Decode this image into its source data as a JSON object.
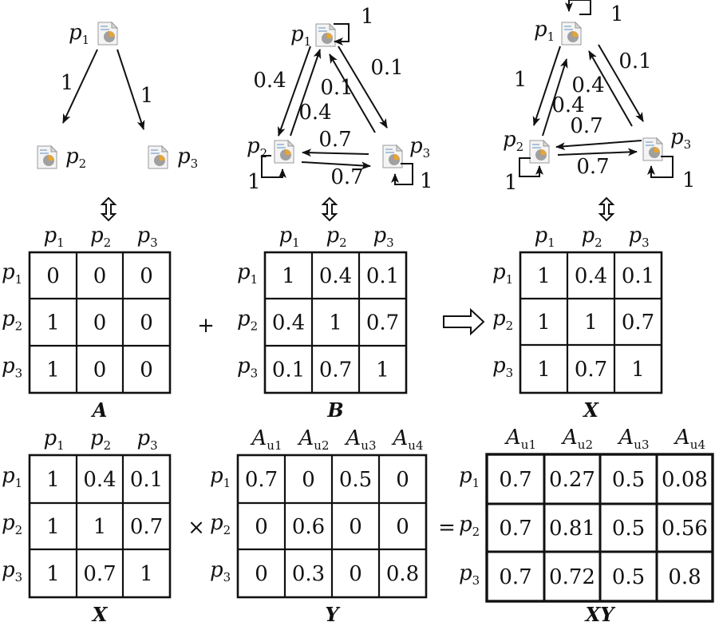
{
  "colors": {
    "line": "#111111",
    "doc_fill": "#f4f4f4",
    "doc_fold": "#d8d8d8",
    "pie_main": "#a0a0a0",
    "pie_slice": "#e8a530",
    "doc_lines": "#7aa0c8"
  },
  "icons": {
    "doc": "document-pie-icon",
    "equiv": "double-vertical-arrow-icon",
    "implies": "hollow-right-arrow-icon"
  },
  "graphs": [
    {
      "id": "graph-a",
      "nodes": [
        {
          "id": "p1",
          "var": "p",
          "sub": "1"
        },
        {
          "id": "p2",
          "var": "p",
          "sub": "2"
        },
        {
          "id": "p3",
          "var": "p",
          "sub": "3"
        }
      ],
      "edges": [
        {
          "from": "p1",
          "to": "p2",
          "weight": "1"
        },
        {
          "from": "p1",
          "to": "p3",
          "weight": "1"
        }
      ]
    },
    {
      "id": "graph-b",
      "nodes": [
        {
          "id": "p1",
          "var": "p",
          "sub": "1"
        },
        {
          "id": "p2",
          "var": "p",
          "sub": "2"
        },
        {
          "id": "p3",
          "var": "p",
          "sub": "3"
        }
      ],
      "edges": [
        {
          "from": "p1",
          "to": "p2",
          "weight": "0.4"
        },
        {
          "from": "p2",
          "to": "p1",
          "weight": "0.4"
        },
        {
          "from": "p1",
          "to": "p3",
          "weight": "0.1"
        },
        {
          "from": "p3",
          "to": "p1",
          "weight": "0.1"
        },
        {
          "from": "p3",
          "to": "p2",
          "weight": "0.7"
        },
        {
          "from": "p2",
          "to": "p3",
          "weight": "0.7"
        }
      ],
      "loops": [
        {
          "node": "p1",
          "weight": "1"
        },
        {
          "node": "p2",
          "weight": "1"
        },
        {
          "node": "p3",
          "weight": "1"
        }
      ]
    },
    {
      "id": "graph-x",
      "nodes": [
        {
          "id": "p1",
          "var": "p",
          "sub": "1"
        },
        {
          "id": "p2",
          "var": "p",
          "sub": "2"
        },
        {
          "id": "p3",
          "var": "p",
          "sub": "3"
        }
      ],
      "edges": [
        {
          "from": "p1",
          "to": "p2",
          "weight": "1"
        },
        {
          "from": "p2",
          "to": "p1",
          "weight": "0.4"
        },
        {
          "from": "p1",
          "to": "p3",
          "weight": "0.1"
        },
        {
          "from": "p3",
          "to": "p1",
          "weight": "0.4"
        },
        {
          "from": "p3",
          "to": "p2",
          "weight": "0.7"
        },
        {
          "from": "p2",
          "to": "p3",
          "weight": "0.7"
        }
      ],
      "loops": [
        {
          "node": "p1",
          "weight": "1"
        },
        {
          "node": "p2",
          "weight": "1"
        },
        {
          "node": "p3",
          "weight": "1"
        }
      ]
    }
  ],
  "matrices": [
    {
      "id": "A",
      "label": "A",
      "cols": [
        {
          "var": "p",
          "sub": "1"
        },
        {
          "var": "p",
          "sub": "2"
        },
        {
          "var": "p",
          "sub": "3"
        }
      ],
      "rows": [
        {
          "var": "p",
          "sub": "1"
        },
        {
          "var": "p",
          "sub": "2"
        },
        {
          "var": "p",
          "sub": "3"
        }
      ],
      "cells": [
        [
          "0",
          "0",
          "0"
        ],
        [
          "1",
          "0",
          "0"
        ],
        [
          "1",
          "0",
          "0"
        ]
      ]
    },
    {
      "id": "B",
      "label": "B",
      "cols": [
        {
          "var": "p",
          "sub": "1"
        },
        {
          "var": "p",
          "sub": "2"
        },
        {
          "var": "p",
          "sub": "3"
        }
      ],
      "rows": [
        {
          "var": "p",
          "sub": "1"
        },
        {
          "var": "p",
          "sub": "2"
        },
        {
          "var": "p",
          "sub": "3"
        }
      ],
      "cells": [
        [
          "1",
          "0.4",
          "0.1"
        ],
        [
          "0.4",
          "1",
          "0.7"
        ],
        [
          "0.1",
          "0.7",
          "1"
        ]
      ]
    },
    {
      "id": "X1",
      "label": "X",
      "cols": [
        {
          "var": "p",
          "sub": "1"
        },
        {
          "var": "p",
          "sub": "2"
        },
        {
          "var": "p",
          "sub": "3"
        }
      ],
      "rows": [
        {
          "var": "p",
          "sub": "1"
        },
        {
          "var": "p",
          "sub": "2"
        },
        {
          "var": "p",
          "sub": "3"
        }
      ],
      "cells": [
        [
          "1",
          "0.4",
          "0.1"
        ],
        [
          "1",
          "1",
          "0.7"
        ],
        [
          "1",
          "0.7",
          "1"
        ]
      ]
    },
    {
      "id": "X2",
      "label": "X",
      "cols": [
        {
          "var": "p",
          "sub": "1"
        },
        {
          "var": "p",
          "sub": "2"
        },
        {
          "var": "p",
          "sub": "3"
        }
      ],
      "rows": [
        {
          "var": "p",
          "sub": "1"
        },
        {
          "var": "p",
          "sub": "2"
        },
        {
          "var": "p",
          "sub": "3"
        }
      ],
      "cells": [
        [
          "1",
          "0.4",
          "0.1"
        ],
        [
          "1",
          "1",
          "0.7"
        ],
        [
          "1",
          "0.7",
          "1"
        ]
      ]
    },
    {
      "id": "Y",
      "label": "Y",
      "cols": [
        {
          "var": "A",
          "sub": "u1"
        },
        {
          "var": "A",
          "sub": "u2"
        },
        {
          "var": "A",
          "sub": "u3"
        },
        {
          "var": "A",
          "sub": "u4"
        }
      ],
      "rows": [
        {
          "var": "p",
          "sub": "1"
        },
        {
          "var": "p",
          "sub": "2"
        },
        {
          "var": "p",
          "sub": "3"
        }
      ],
      "cells": [
        [
          "0.7",
          "0",
          "0.5",
          "0"
        ],
        [
          "0",
          "0.6",
          "0",
          "0"
        ],
        [
          "0",
          "0.3",
          "0",
          "0.8"
        ]
      ]
    },
    {
      "id": "XY",
      "label": "XY",
      "cols": [
        {
          "var": "A",
          "sub": "u1"
        },
        {
          "var": "A",
          "sub": "u2"
        },
        {
          "var": "A",
          "sub": "u3"
        },
        {
          "var": "A",
          "sub": "u4"
        }
      ],
      "rows": [
        {
          "var": "p",
          "sub": "1"
        },
        {
          "var": "p",
          "sub": "2"
        },
        {
          "var": "p",
          "sub": "3"
        }
      ],
      "cells": [
        [
          "0.7",
          "0.27",
          "0.5",
          "0.08"
        ],
        [
          "0.7",
          "0.81",
          "0.5",
          "0.56"
        ],
        [
          "0.7",
          "0.72",
          "0.5",
          "0.8"
        ]
      ]
    }
  ],
  "operators": {
    "plus": "+",
    "times": "×",
    "equals": "="
  }
}
